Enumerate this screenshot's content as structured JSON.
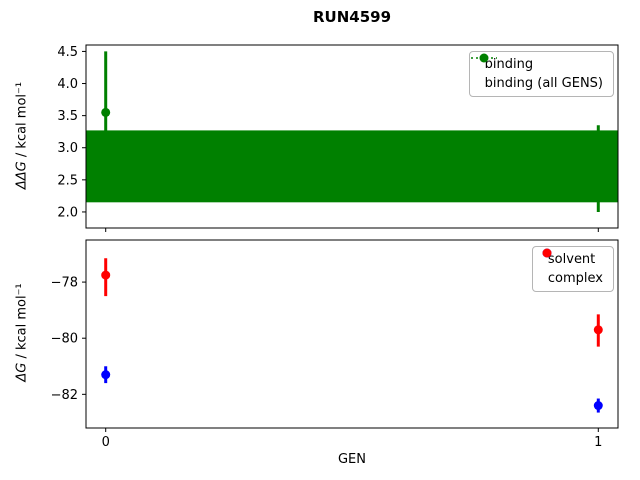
{
  "figure": {
    "title": "RUN4599",
    "xlabel": "GEN",
    "background": "#ffffff"
  },
  "colors": {
    "binding": "#008000",
    "solvent": "#0000ff",
    "complex": "#ff0000"
  },
  "chart_data": [
    {
      "type": "scatter",
      "subtype": "errorbar-with-band",
      "ylabel": "ΔΔG / kcal mol⁻¹",
      "ylabel_math": "ΔΔG",
      "ylabel_rest": " / kcal mol⁻¹",
      "xlim": [
        -0.04,
        1.04
      ],
      "ylim": [
        1.75,
        4.6
      ],
      "show_xticklabels": false,
      "xticks": [
        {
          "v": 0,
          "label": "0"
        },
        {
          "v": 1,
          "label": "1"
        }
      ],
      "yticks": [
        {
          "v": 2.0,
          "label": "2.0"
        },
        {
          "v": 2.5,
          "label": "2.5"
        },
        {
          "v": 3.0,
          "label": "3.0"
        },
        {
          "v": 3.5,
          "label": "3.5"
        },
        {
          "v": 4.0,
          "label": "4.0"
        },
        {
          "v": 4.5,
          "label": "4.5"
        }
      ],
      "series": [
        {
          "name": "binding (all GENS)",
          "style": "band",
          "color": "#008000",
          "mean": 2.71,
          "band_lo": 2.15,
          "band_hi": 3.27
        },
        {
          "name": "binding",
          "style": "points",
          "color": "#008000",
          "marker": "circle",
          "points": [
            {
              "x": 0,
              "y": 3.55,
              "lo": 2.35,
              "hi": 4.5
            },
            {
              "x": 1,
              "y": 2.7,
              "lo": 2.0,
              "hi": 3.35
            }
          ]
        }
      ],
      "legend": [
        "binding",
        "binding (all GENS)"
      ],
      "legend_position": "upper right"
    },
    {
      "type": "scatter",
      "subtype": "errorbar",
      "ylabel": "ΔG / kcal mol⁻¹",
      "ylabel_math": "ΔG",
      "ylabel_rest": " / kcal mol⁻¹",
      "xlabel": "GEN",
      "xlim": [
        -0.04,
        1.04
      ],
      "ylim": [
        -83.2,
        -76.5
      ],
      "show_xticklabels": true,
      "xticks": [
        {
          "v": 0,
          "label": "0"
        },
        {
          "v": 1,
          "label": "1"
        }
      ],
      "yticks": [
        {
          "v": -78,
          "label": "−78"
        },
        {
          "v": -80,
          "label": "−80"
        },
        {
          "v": -82,
          "label": "−82"
        }
      ],
      "series": [
        {
          "name": "solvent",
          "style": "points",
          "color": "#0000ff",
          "marker": "circle",
          "points": [
            {
              "x": 0,
              "y": -81.3,
              "lo": -81.6,
              "hi": -81.0
            },
            {
              "x": 1,
              "y": -82.4,
              "lo": -82.65,
              "hi": -82.15
            }
          ]
        },
        {
          "name": "complex",
          "style": "points",
          "color": "#ff0000",
          "marker": "circle",
          "points": [
            {
              "x": 0,
              "y": -77.75,
              "lo": -78.5,
              "hi": -77.15
            },
            {
              "x": 1,
              "y": -79.7,
              "lo": -80.3,
              "hi": -79.15
            }
          ]
        }
      ],
      "legend": [
        "solvent",
        "complex"
      ],
      "legend_position": "upper right"
    }
  ]
}
